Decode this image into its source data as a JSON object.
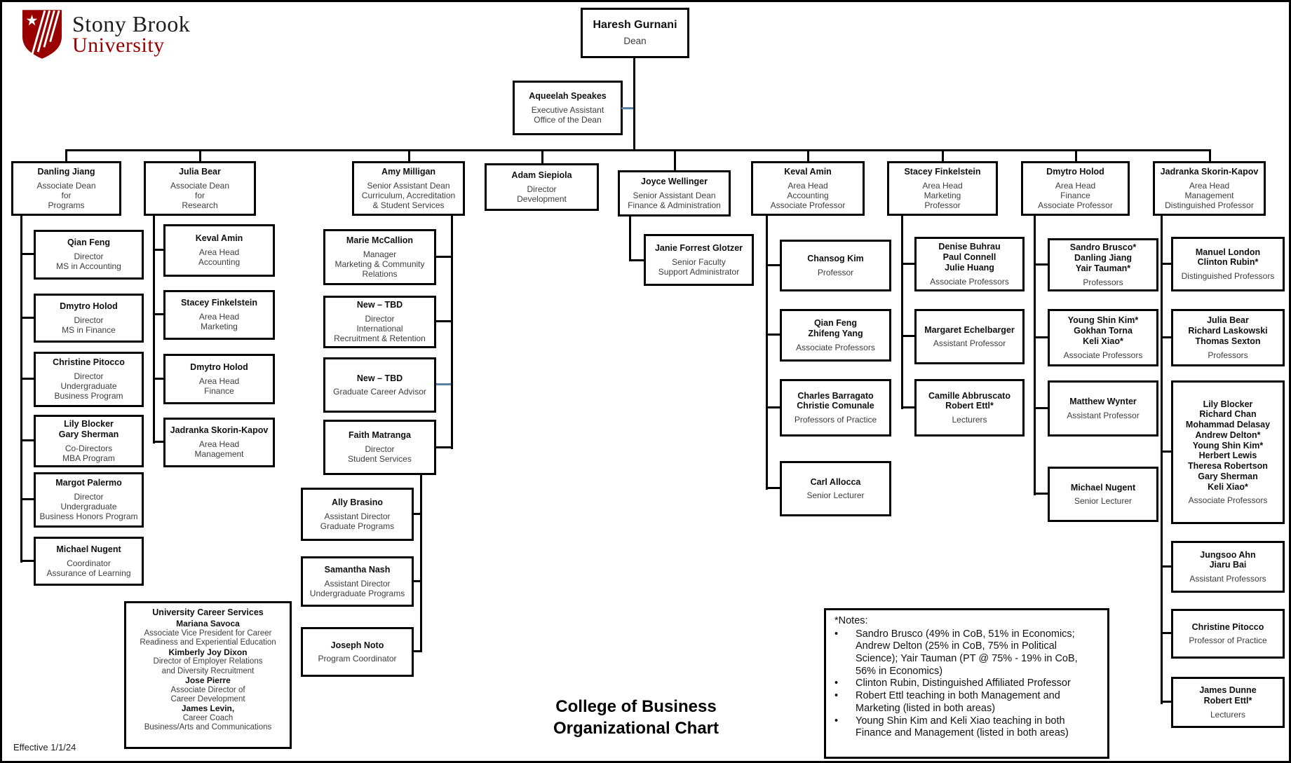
{
  "logo": {
    "line1": "Stony Brook",
    "line2": "University"
  },
  "title": {
    "line1": "College of Business",
    "line2": "Organizational Chart"
  },
  "effective": "Effective 1/1/24",
  "colors": {
    "brand_red": "#990000",
    "connector_black": "#000000",
    "connector_blue": "#5b82a6"
  },
  "notes": {
    "title": "*Notes:",
    "bullet_glyph": "•",
    "bullets": [
      "Sandro Brusco (49% in CoB, 51% in Economics; Andrew Delton (25% in CoB, 75% in Political Science);  Yair Tauman (PT @ 75% - 19% in CoB, 56% in Economics)",
      "Clinton Rubin, Distinguished Affiliated Professor",
      "Robert Ettl teaching in both Management and Marketing (listed in both areas)",
      "Young Shin Kim and Keli Xiao teaching in both Finance and Management (listed in both areas)"
    ]
  },
  "org": {
    "nodes": [
      {
        "id": "dean",
        "cls": "lvl0",
        "name": [
          "Haresh Gurnani"
        ],
        "details": [
          "Dean"
        ]
      },
      {
        "id": "exec_asst",
        "name": [
          "Aqueelah Speakes"
        ],
        "details": [
          "Executive Assistant",
          "Office of the Dean"
        ]
      },
      {
        "id": "d_jiang",
        "name": [
          "Danling Jiang"
        ],
        "details": [
          "Associate Dean",
          "for",
          "Programs"
        ]
      },
      {
        "id": "j_bear",
        "name": [
          "Julia Bear"
        ],
        "details": [
          "Associate Dean",
          "for",
          "Research"
        ]
      },
      {
        "id": "a_milligan",
        "name": [
          "Amy Milligan"
        ],
        "details": [
          "Senior Assistant Dean",
          "Curriculum, Accreditation",
          "& Student Services"
        ]
      },
      {
        "id": "a_siepiola",
        "name": [
          "Adam Siepiola"
        ],
        "details": [
          "Director",
          "Development"
        ]
      },
      {
        "id": "j_wellinger",
        "name": [
          "Joyce Wellinger"
        ],
        "details": [
          "Senior Assistant Dean",
          "Finance & Administration"
        ]
      },
      {
        "id": "k_amin",
        "name": [
          "Keval Amin"
        ],
        "details": [
          "Area Head",
          "Accounting",
          "Associate Professor"
        ]
      },
      {
        "id": "s_finkelstein",
        "name": [
          "Stacey Finkelstein"
        ],
        "details": [
          "Area Head",
          "Marketing",
          "Professor"
        ]
      },
      {
        "id": "d_holod",
        "name": [
          "Dmytro Holod"
        ],
        "details": [
          "Area Head",
          "Finance",
          "Associate Professor"
        ]
      },
      {
        "id": "j_skorin",
        "name": [
          "Jadranka Skorin-Kapov"
        ],
        "details": [
          "Area Head",
          "Management",
          "Distinguished Professor"
        ]
      },
      {
        "id": "qf",
        "name": [
          "Qian Feng"
        ],
        "details": [
          "Director",
          "MS in Accounting"
        ]
      },
      {
        "id": "dh2",
        "name": [
          "Dmytro Holod"
        ],
        "details": [
          "Director",
          "MS in Finance"
        ]
      },
      {
        "id": "cp",
        "name": [
          "Christine Pitocco"
        ],
        "details": [
          "Director",
          "Undergraduate",
          "Business Program"
        ]
      },
      {
        "id": "lbgs",
        "name": [
          "Lily Blocker",
          "Gary Sherman"
        ],
        "details": [
          "Co-Directors",
          "MBA Program"
        ]
      },
      {
        "id": "mp",
        "name": [
          "Margot Palermo"
        ],
        "details": [
          "Director",
          "Undergraduate",
          "Business Honors Program"
        ]
      },
      {
        "id": "mn",
        "name": [
          "Michael Nugent"
        ],
        "details": [
          "Coordinator",
          "Assurance of Learning"
        ]
      },
      {
        "id": "ka2",
        "name": [
          "Keval Amin"
        ],
        "details": [
          "Area Head",
          "Accounting"
        ]
      },
      {
        "id": "sf2",
        "name": [
          "Stacey Finkelstein"
        ],
        "details": [
          "Area Head",
          "Marketing"
        ]
      },
      {
        "id": "dh3",
        "name": [
          "Dmytro Holod"
        ],
        "details": [
          "Area Head",
          "Finance"
        ]
      },
      {
        "id": "jsk2",
        "name": [
          "Jadranka Skorin-Kapov"
        ],
        "details": [
          "Area Head",
          "Management"
        ]
      },
      {
        "id": "mmc",
        "name": [
          "Marie McCallion"
        ],
        "details": [
          "Manager",
          "Marketing & Community",
          "Relations"
        ]
      },
      {
        "id": "tbd1",
        "name": [
          "New – TBD"
        ],
        "details": [
          "Director",
          "International",
          "Recruitment & Retention"
        ]
      },
      {
        "id": "tbd2",
        "name": [
          "New – TBD"
        ],
        "details": [
          "Graduate Career Advisor"
        ]
      },
      {
        "id": "fm",
        "name": [
          "Faith Matranga"
        ],
        "details": [
          "Director",
          "Student Services"
        ]
      },
      {
        "id": "ab",
        "name": [
          "Ally Brasino"
        ],
        "details": [
          "Assistant Director",
          "Graduate Programs"
        ]
      },
      {
        "id": "sn",
        "name": [
          "Samantha Nash"
        ],
        "details": [
          "Assistant Director",
          "Undergraduate Programs"
        ]
      },
      {
        "id": "jn",
        "name": [
          "Joseph Noto"
        ],
        "details": [
          "Program Coordinator"
        ]
      },
      {
        "id": "ucs",
        "cls": "ucs",
        "header": "University Career Services",
        "groups": [
          {
            "name": "Mariana Savoca",
            "details": [
              "Associate Vice President for Career",
              "Readiness and Experiential Education"
            ]
          },
          {
            "name": "Kimberly Joy Dixon",
            "details": [
              "Director of Employer Relations",
              "and Diversity Recruitment"
            ]
          },
          {
            "name": "Jose Pierre",
            "details": [
              "Associate Director of",
              "Career Development"
            ]
          },
          {
            "name": "James Levin,",
            "details": [
              "Career Coach",
              "Business/Arts and Communications"
            ]
          }
        ]
      },
      {
        "id": "jfg",
        "name": [
          "Janie Forrest Glotzer"
        ],
        "details": [
          "Senior Faculty",
          "Support Administrator"
        ]
      },
      {
        "id": "ck",
        "name": [
          "Chansog Kim"
        ],
        "details": [
          "Professor"
        ]
      },
      {
        "id": "qfzy",
        "name": [
          "Qian Feng",
          "Zhifeng Yang"
        ],
        "details": [
          "Associate Professors"
        ]
      },
      {
        "id": "cbcc",
        "name": [
          "Charles Barragato",
          "Christie Comunale"
        ],
        "details": [
          "Professors of Practice"
        ]
      },
      {
        "id": "ca",
        "name": [
          "Carl Allocca"
        ],
        "details": [
          "Senior Lecturer"
        ]
      },
      {
        "id": "dbpcjh",
        "name": [
          "Denise Buhrau",
          "Paul Connell",
          "Julie Huang"
        ],
        "details": [
          "Associate Professors"
        ]
      },
      {
        "id": "me",
        "name": [
          "Margaret Echelbarger"
        ],
        "details": [
          "Assistant Professor"
        ]
      },
      {
        "id": "care",
        "name": [
          "Camille Abbruscato",
          "Robert Ettl*"
        ],
        "details": [
          "Lecturers"
        ]
      },
      {
        "id": "sbdjyt",
        "name": [
          "Sandro Brusco*",
          "Danling Jiang",
          "Yair Tauman*"
        ],
        "details": [
          "Professors"
        ]
      },
      {
        "id": "yskgtkx",
        "name": [
          "Young Shin Kim*",
          "Gokhan Torna",
          "Keli Xiao*"
        ],
        "details": [
          "Associate Professors"
        ]
      },
      {
        "id": "mw",
        "name": [
          "Matthew Wynter"
        ],
        "details": [
          "Assistant Professor"
        ]
      },
      {
        "id": "mn2",
        "name": [
          "Michael Nugent"
        ],
        "details": [
          "Senior Lecturer"
        ]
      },
      {
        "id": "mlcr",
        "name": [
          "Manuel London",
          "Clinton Rubin*"
        ],
        "details": [
          "Distinguished Professors"
        ]
      },
      {
        "id": "jbrlts",
        "name": [
          "Julia Bear",
          "Richard Laskowski",
          "Thomas Sexton"
        ],
        "details": [
          "Professors"
        ]
      },
      {
        "id": "assoc9",
        "name": [
          "Lily Blocker",
          "Richard Chan",
          "Mohammad Delasay",
          "Andrew Delton*",
          "Young Shin Kim*",
          "Herbert Lewis",
          "Theresa Robertson",
          "Gary Sherman",
          "Keli Xiao*"
        ],
        "details": [
          "Associate Professors"
        ]
      },
      {
        "id": "jajb",
        "name": [
          "Jungsoo Ahn",
          "Jiaru Bai"
        ],
        "details": [
          "Assistant Professors"
        ]
      },
      {
        "id": "cp2",
        "name": [
          "Christine Pitocco"
        ],
        "details": [
          "Professor of Practice"
        ]
      },
      {
        "id": "jdre",
        "name": [
          "James Dunne",
          "Robert Ettl*"
        ],
        "details": [
          "Lecturers"
        ]
      }
    ]
  }
}
